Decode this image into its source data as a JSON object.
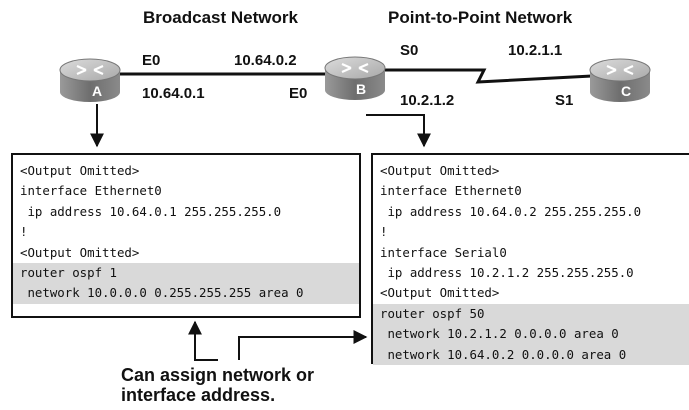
{
  "headings": {
    "broadcast": "Broadcast Network",
    "p2p": "Point-to-Point Network"
  },
  "routers": {
    "a": "A",
    "b": "B",
    "c": "C"
  },
  "link_labels": {
    "a_e0": "E0",
    "a_ip": "10.64.0.1",
    "b_e0_ip": "10.64.0.2",
    "b_e0": "E0",
    "b_s0": "S0",
    "b_s0_ip": "10.2.1.2",
    "c_s1_ip": "10.2.1.1",
    "c_s1": "S1"
  },
  "config_a": {
    "lines": [
      {
        "text": "<Output Omitted>",
        "highlight": false
      },
      {
        "text": "interface Ethernet0",
        "highlight": false
      },
      {
        "text": " ip address 10.64.0.1 255.255.255.0",
        "highlight": false
      },
      {
        "text": "!",
        "highlight": false
      },
      {
        "text": "<Output Omitted>",
        "highlight": false
      },
      {
        "text": "router ospf 1",
        "highlight": true
      },
      {
        "text": " network 10.0.0.0 0.255.255.255 area 0",
        "highlight": true
      }
    ]
  },
  "config_b": {
    "lines": [
      {
        "text": "<Output Omitted>",
        "highlight": false
      },
      {
        "text": "interface Ethernet0",
        "highlight": false
      },
      {
        "text": " ip address 10.64.0.2 255.255.255.0",
        "highlight": false
      },
      {
        "text": "!",
        "highlight": false
      },
      {
        "text": "interface Serial0",
        "highlight": false
      },
      {
        "text": " ip address 10.2.1.2 255.255.255.0",
        "highlight": false
      },
      {
        "text": "<Output Omitted>",
        "highlight": false
      },
      {
        "text": "router ospf 50",
        "highlight": true
      },
      {
        "text": " network 10.2.1.2 0.0.0.0 area 0",
        "highlight": true
      },
      {
        "text": " network 10.64.0.2 0.0.0.0 area 0",
        "highlight": true
      }
    ]
  },
  "caption": {
    "line1": "Can assign network or",
    "line2": "interface address."
  },
  "colors": {
    "router_body": "#8c8c8c",
    "router_top": "#c4c4c4",
    "highlight_band": "#d9d9d9",
    "line": "#111111"
  }
}
